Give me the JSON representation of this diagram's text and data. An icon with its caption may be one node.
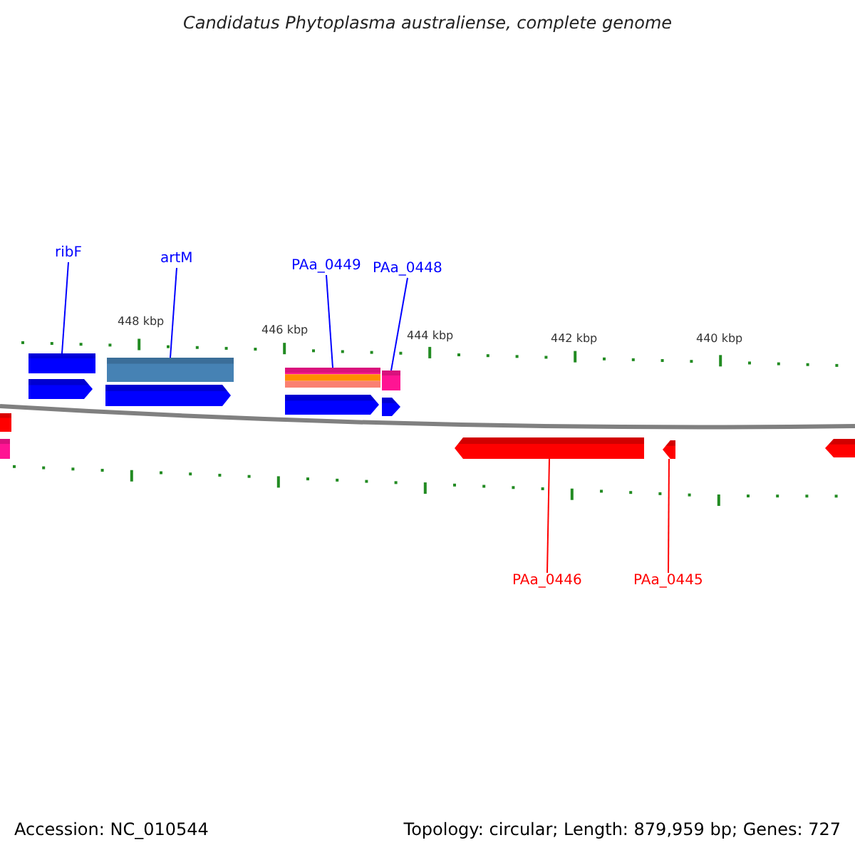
{
  "diagram": {
    "title": "Candidatus Phytoplasma australiense, complete genome",
    "nodes": [
      {
        "text": [
          "ribF"
        ]
      },
      {
        "text": [
          "artM"
        ]
      },
      {
        "text": [
          "PAa_0449"
        ]
      },
      {
        "text": [
          "PAa_0448"
        ]
      },
      {
        "text": [],
        "shape": "bar"
      },
      {
        "text": [],
        "shape": "bar"
      },
      {
        "text": [],
        "shape": "bar"
      },
      {
        "text": [],
        "shape": "bar"
      },
      {
        "text": [],
        "shape": "arrow"
      },
      {
        "text": [],
        "shape": "arrow"
      },
      {
        "text": [],
        "shape": "arrow"
      },
      {
        "text": [],
        "shape": "arrow"
      },
      {
        "text": [],
        "shape": "bar"
      },
      {
        "text": [],
        "shape": "bar"
      },
      {
        "text": [],
        "shape": "arrow"
      },
      {
        "text": [],
        "shape": "arrow"
      },
      {
        "text": [],
        "shape": "arrow"
      },
      {
        "text": [
          "PAa_0446"
        ]
      },
      {
        "text": [
          "PAa_0445"
        ]
      }
    ],
    "edges": [
      {
        "from": 0,
        "to": 4,
        "arrow": "none"
      },
      {
        "from": 1,
        "to": 5,
        "arrow": "none"
      },
      {
        "from": 2,
        "to": 6,
        "arrow": "none"
      },
      {
        "from": 3,
        "to": 7,
        "arrow": "none"
      },
      {
        "from": 17,
        "to": 14,
        "arrow": "none",
        "color": "#ff0000"
      },
      {
        "from": 18,
        "to": 15,
        "arrow": "none",
        "color": "#ff0000"
      }
    ],
    "labels": [
      "448 kbp",
      "446 kbp",
      "444 kbp",
      "442 kbp",
      "440 kbp",
      "Accession: NC_010544",
      "Topology: circular; Length: 879,959 bp; Genes: 727"
    ]
  }
}
